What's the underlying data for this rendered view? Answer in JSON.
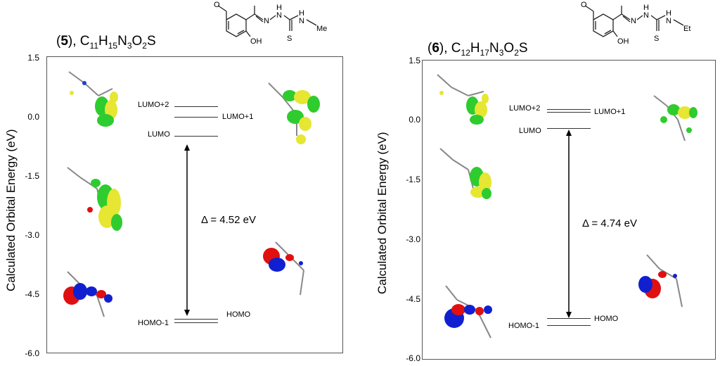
{
  "panels": [
    {
      "title_num": "5",
      "title_formula": "C11H15N3O2S",
      "title_sub": [
        "",
        "11",
        "",
        "15",
        "",
        "3",
        "",
        "2",
        ""
      ],
      "title_parts": [
        "C",
        "11",
        "H",
        "15",
        "N",
        "3",
        "O",
        "2",
        "S"
      ],
      "substituent": "Me",
      "structure_labels": {
        "oh": "OH",
        "nh1": "H",
        "n1": "N",
        "n2": "N",
        "n3": "N",
        "nh2": "H",
        "s": "S"
      },
      "ylabel": "Calculated Orbital Energy (eV)",
      "ticks": [
        "1.5",
        "0.0",
        "-1.5",
        "-3.0",
        "-4.5",
        "-6.0"
      ],
      "levels": {
        "lumo2": "LUMO+2",
        "lumo1": "LUMO+1",
        "lumo": "LUMO",
        "homo1": "HOMO-1",
        "homo": "HOMO"
      },
      "gap": "Δ = 4.52 eV"
    },
    {
      "title_num": "6",
      "title_formula": "C12H17N3O2S",
      "title_parts": [
        "C",
        "12",
        "H",
        "17",
        "N",
        "3",
        "O",
        "2",
        "S"
      ],
      "substituent": "Et",
      "structure_labels": {
        "oh": "OH",
        "nh1": "H",
        "n1": "N",
        "n2": "N",
        "n3": "N",
        "nh2": "H",
        "s": "S"
      },
      "ylabel": "Calculated Orbital Energy (eV)",
      "ticks": [
        "1.5",
        "0.0",
        "-1.5",
        "-3.0",
        "-4.5",
        "-6.0"
      ],
      "levels": {
        "lumo2": "LUMO+2",
        "lumo1": "LUMO+1",
        "lumo": "LUMO",
        "homo1": "HOMO-1",
        "homo": "HOMO"
      },
      "gap": "Δ = 4.74 eV"
    }
  ],
  "colors": {
    "positive_lobe": "#2ecc2e",
    "negative_lobe": "#e6e633",
    "homo_red": "#e01010",
    "homo_blue": "#1020d0"
  }
}
